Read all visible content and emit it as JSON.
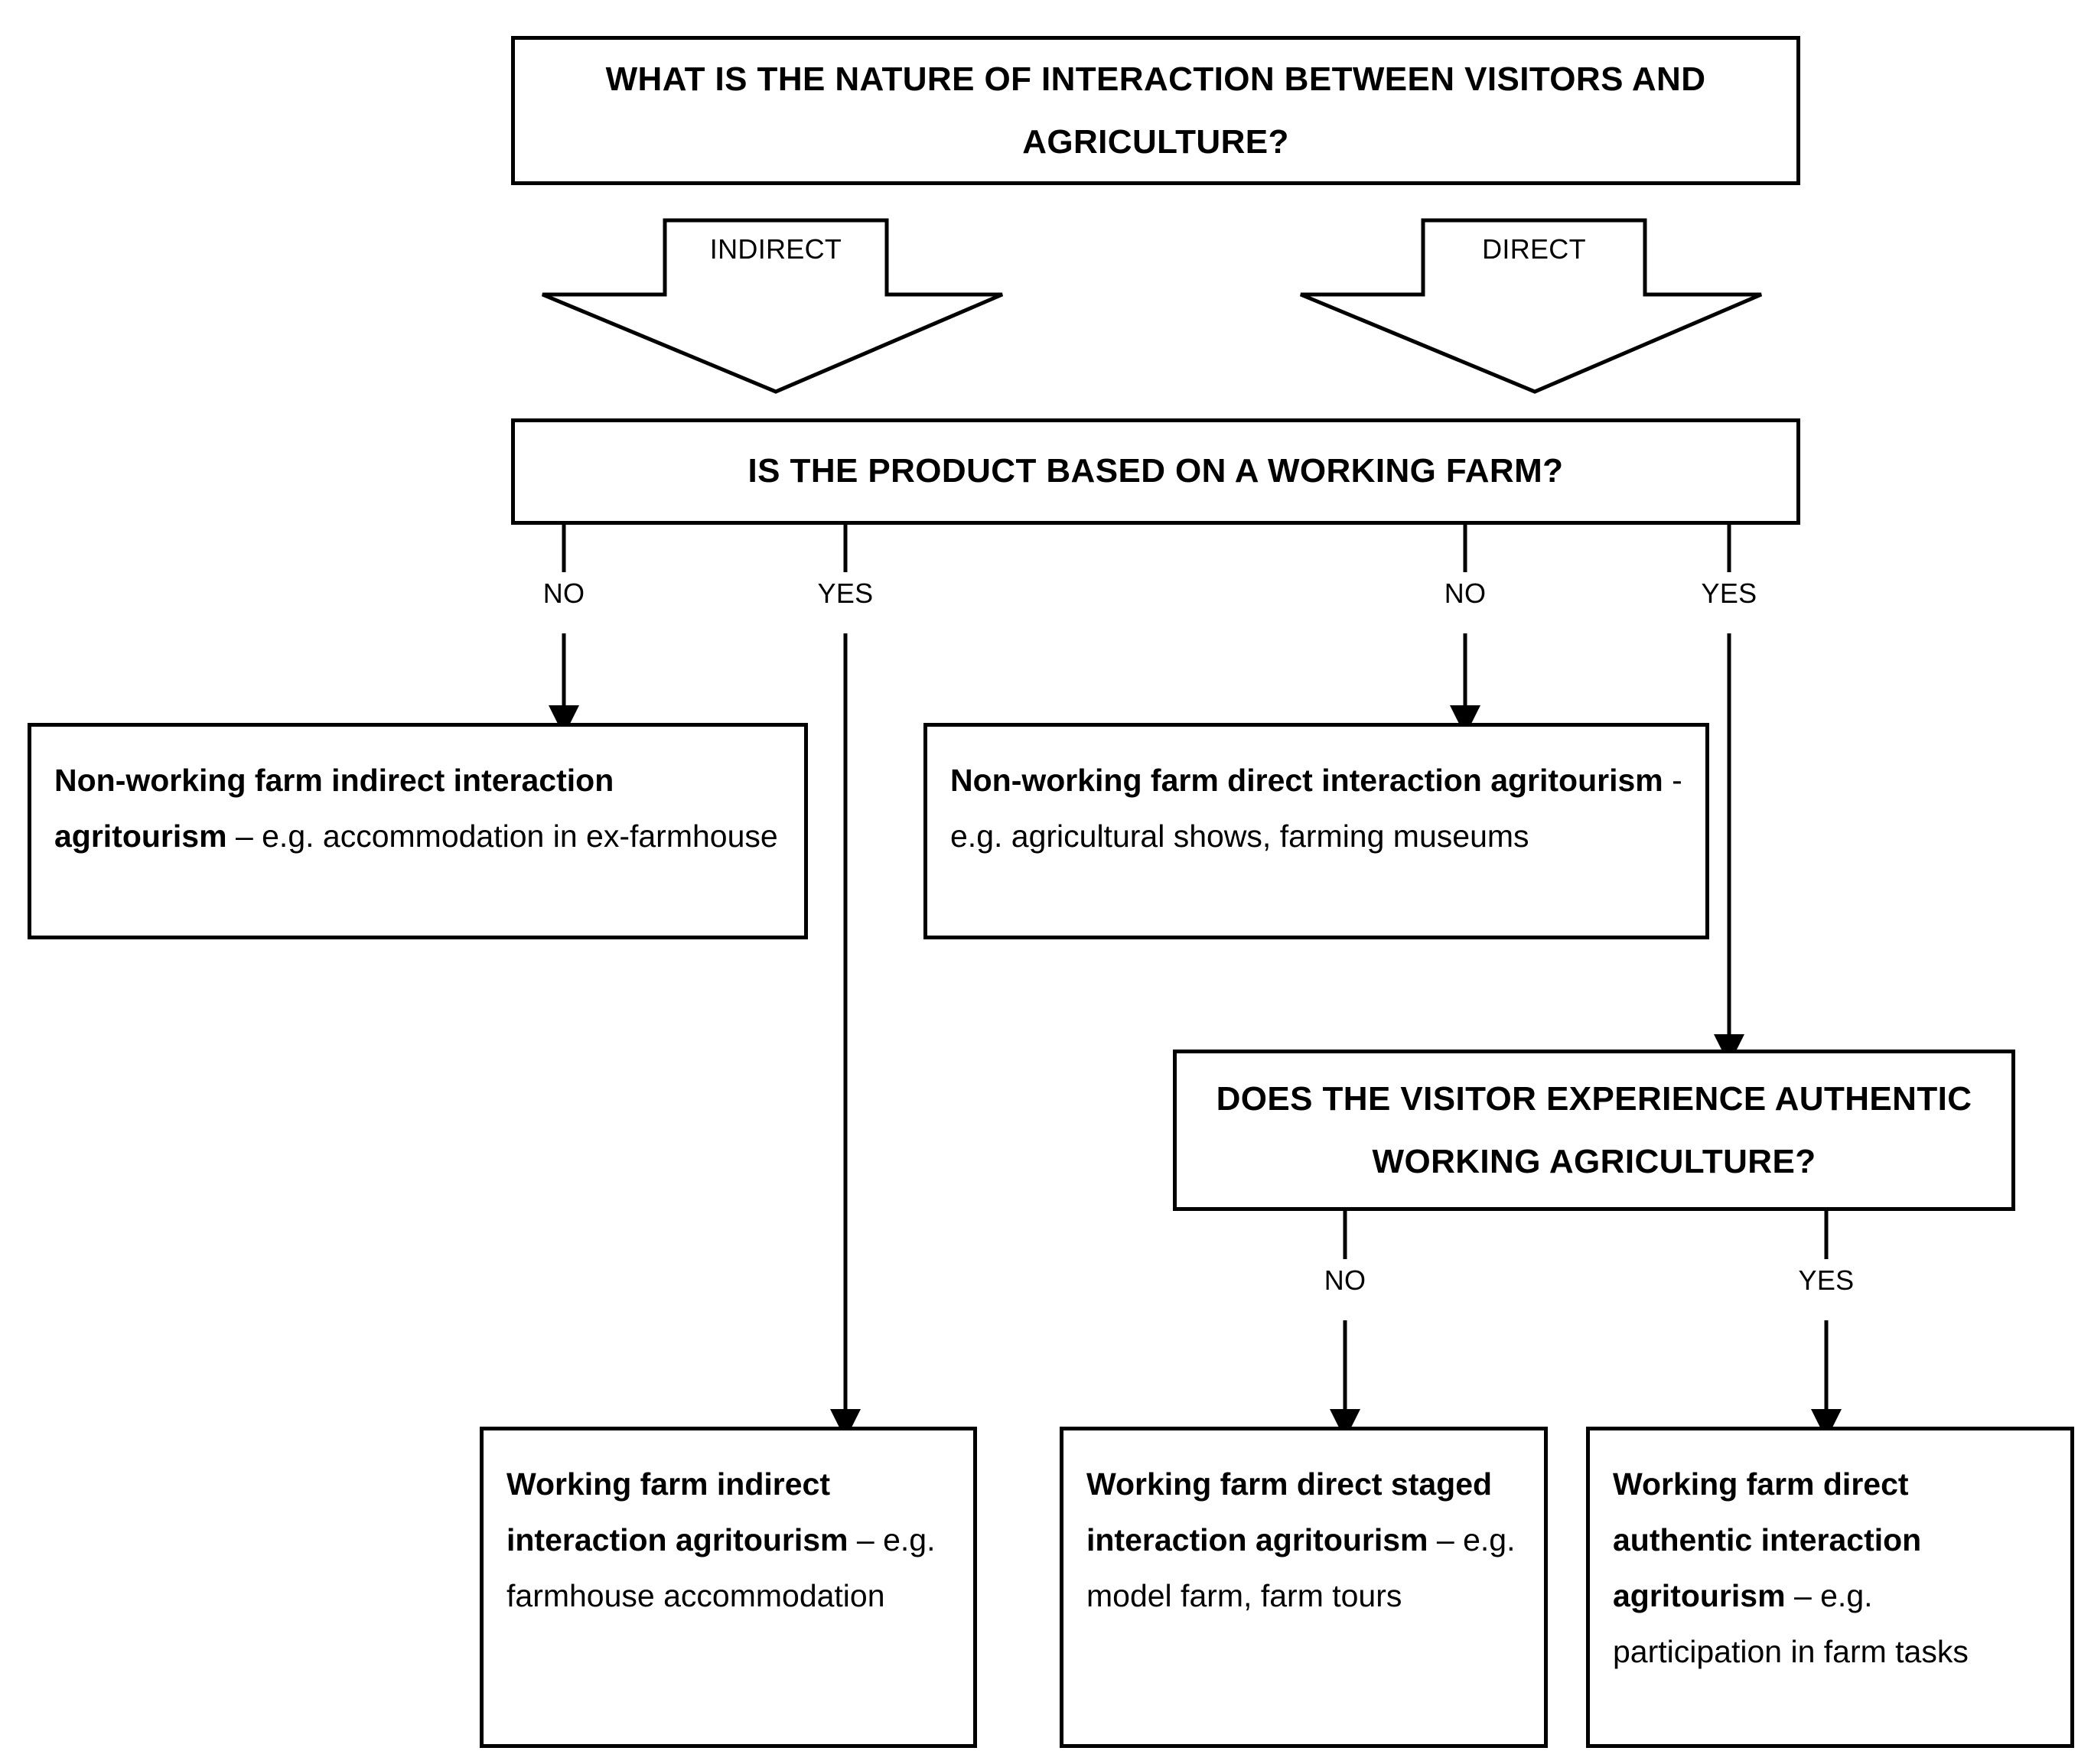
{
  "diagram": {
    "title_node": {
      "id": "q1",
      "text": "WHAT IS THE NATURE OF INTERACTION BETWEEN VISITORS AND AGRICULTURE?"
    },
    "big_arrows": [
      {
        "id": "arrow-indirect",
        "label": "INDIRECT"
      },
      {
        "id": "arrow-direct",
        "label": "DIRECT"
      }
    ],
    "question_nodes": [
      {
        "id": "q2",
        "text": "IS THE PRODUCT BASED ON A WORKING FARM?"
      },
      {
        "id": "q3",
        "text": "DOES THE VISITOR EXPERIENCE AUTHENTIC WORKING AGRICULTURE?"
      }
    ],
    "branch_labels": {
      "q2_indirect_no": "NO",
      "q2_indirect_yes": "YES",
      "q2_direct_no": "NO",
      "q2_direct_yes": "YES",
      "q3_no": "NO",
      "q3_yes": "YES"
    },
    "outcome_nodes": [
      {
        "id": "outcome-nonworking-indirect",
        "bold": "Non-working farm indirect interaction agritourism",
        "rest": " – e.g. accommodation in ex-farmhouse"
      },
      {
        "id": "outcome-nonworking-direct",
        "bold": "Non-working farm direct interaction agritourism",
        "rest": " - e.g. agricultural shows, farming museums"
      },
      {
        "id": "outcome-working-indirect",
        "bold": "Working farm indirect interaction agritourism",
        "rest": " – e.g. farmhouse accommodation"
      },
      {
        "id": "outcome-working-direct-staged",
        "bold": "Working farm direct staged interaction agritourism",
        "rest": " – e.g. model farm, farm tours"
      },
      {
        "id": "outcome-working-direct-authentic",
        "bold": "Working farm direct authentic interaction agritourism",
        "rest": " – e.g. participation in farm tasks"
      }
    ],
    "colors": {
      "stroke": "#000000",
      "fill": "#ffffff",
      "text": "#000000"
    }
  }
}
